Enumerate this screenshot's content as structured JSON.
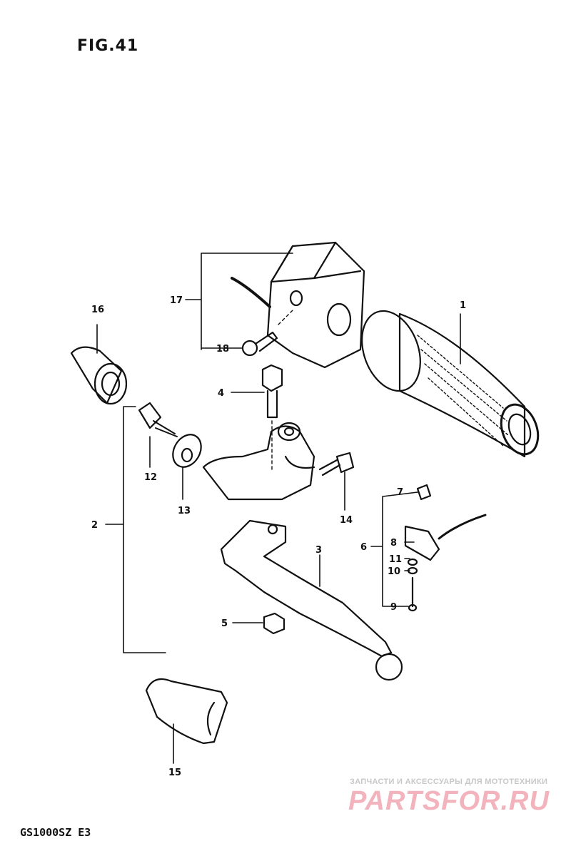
{
  "figure_title": "FIG.41",
  "model_code": "GS1000SZ E3",
  "watermark": {
    "tagline": "ЗАПЧАСТИ И АКСЕССУАРЫ ДЛЯ МОТОТЕХНИКИ",
    "logo": "PARTSFOR.RU"
  },
  "callouts": [
    "1",
    "2",
    "3",
    "4",
    "5",
    "6",
    "7",
    "8",
    "9",
    "10",
    "11",
    "12",
    "13",
    "14",
    "15",
    "16",
    "17",
    "18"
  ],
  "colors": {
    "ink": "#111111",
    "watermark_red": "#f2b3bd",
    "watermark_gray": "#c8c8c8"
  }
}
